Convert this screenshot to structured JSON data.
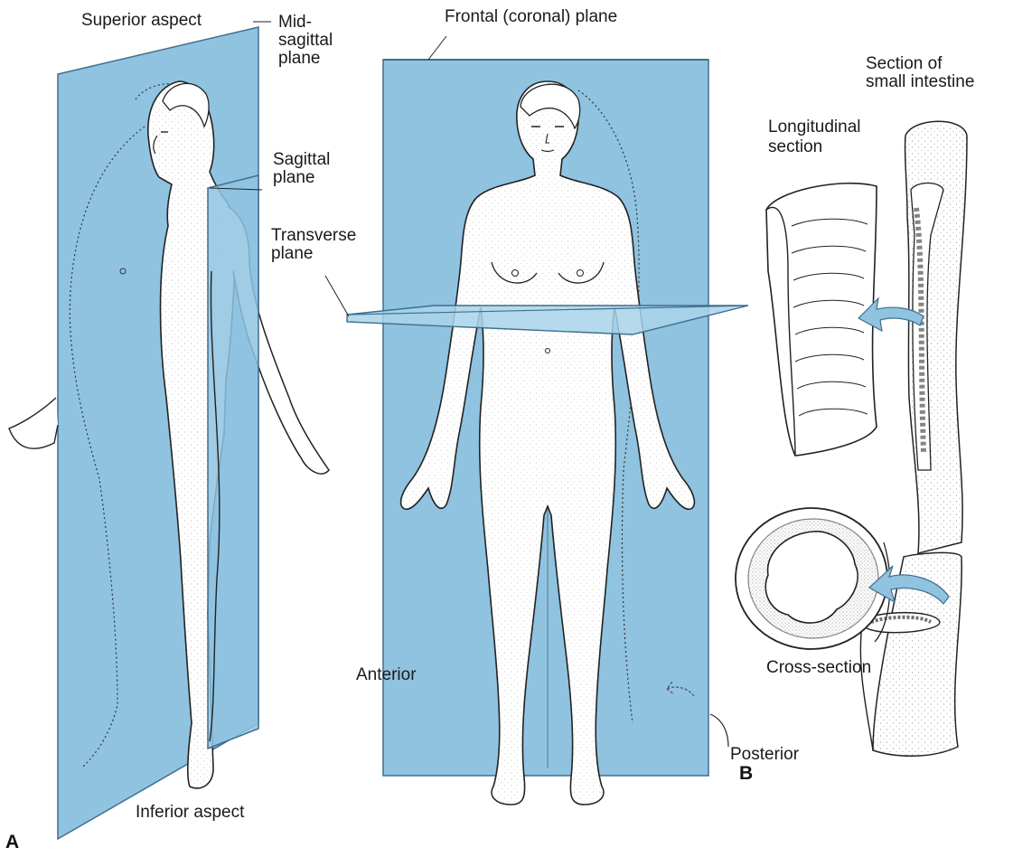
{
  "colors": {
    "plane_fill": "#8fc3e0",
    "plane_edge": "#3f6f8e",
    "ink": "#1a1a1a",
    "skin": "#ffffff"
  },
  "labels": {
    "superior_aspect": "Superior aspect",
    "mid_sagittal_line1": "Mid-",
    "mid_sagittal_line2": "sagittal",
    "mid_sagittal_line3": "plane",
    "sagittal_line1": "Sagittal",
    "sagittal_line2": "plane",
    "transverse_line1": "Transverse",
    "transverse_line2": "plane",
    "frontal": "Frontal (coronal) plane",
    "section_line1": "Section of",
    "section_line2": "small intestine",
    "longitudinal_line1": "Longitudinal",
    "longitudinal_line2": "section",
    "anterior": "Anterior",
    "cross_section": "Cross-section",
    "posterior": "Posterior",
    "inferior_aspect": "Inferior aspect",
    "panel_a": "A",
    "panel_b": "B"
  },
  "icons": [
    "curved-arrow-icon",
    "dotted-arrow-icon"
  ]
}
